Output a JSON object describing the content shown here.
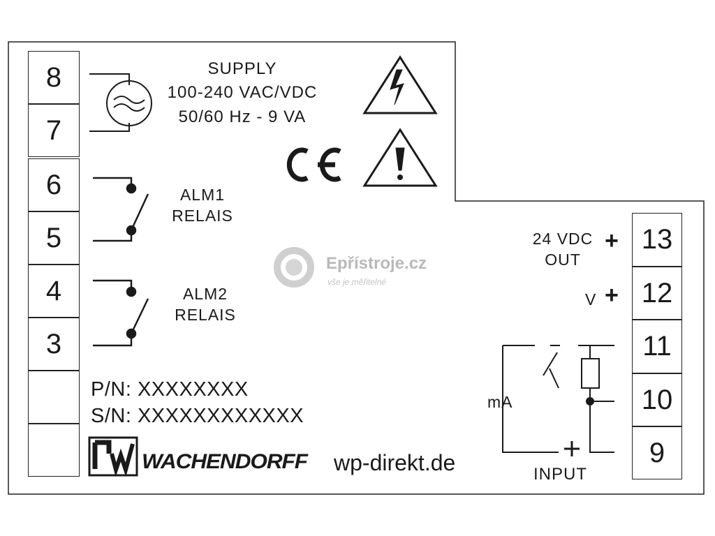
{
  "left_terminals": [
    "8",
    "7",
    "6",
    "5",
    "4",
    "3",
    "",
    ""
  ],
  "right_terminals": [
    "13",
    "12",
    "11",
    "10",
    "9"
  ],
  "supply": {
    "title": "SUPPLY",
    "voltage": "100-240 VAC/VDC",
    "frequency": "50/60 Hz - 9 VA"
  },
  "alarm1": {
    "line1": "ALM1",
    "line2": "RELAIS"
  },
  "alarm2": {
    "line1": "ALM2",
    "line2": "RELAIS"
  },
  "output": {
    "line1": "24 VDC",
    "line2": "OUT",
    "plus": "+"
  },
  "voltage_input": {
    "label": "V",
    "plus": "+"
  },
  "current_input": {
    "label": "mA",
    "plus": "+",
    "caption": "INPUT"
  },
  "part_number": "P/N: XXXXXXXX",
  "serial_number": "S/N: XXXXXXXXXXXX",
  "brand": {
    "name": "WACHENDORFF",
    "url": "wp-direkt.de",
    "logo_icon": "wachendorff-logo"
  },
  "ce_mark": "CE",
  "watermark": {
    "name": "Epřístroje.cz",
    "tagline": "vše je měřitelné"
  },
  "icons": [
    "ac-source-icon",
    "high-voltage-warning-icon",
    "caution-warning-icon",
    "relay-switch-icon",
    "resistor-icon"
  ],
  "colors": {
    "line": "#1a1a1a",
    "background": "#ffffff",
    "watermark": "#c2c2c2"
  }
}
